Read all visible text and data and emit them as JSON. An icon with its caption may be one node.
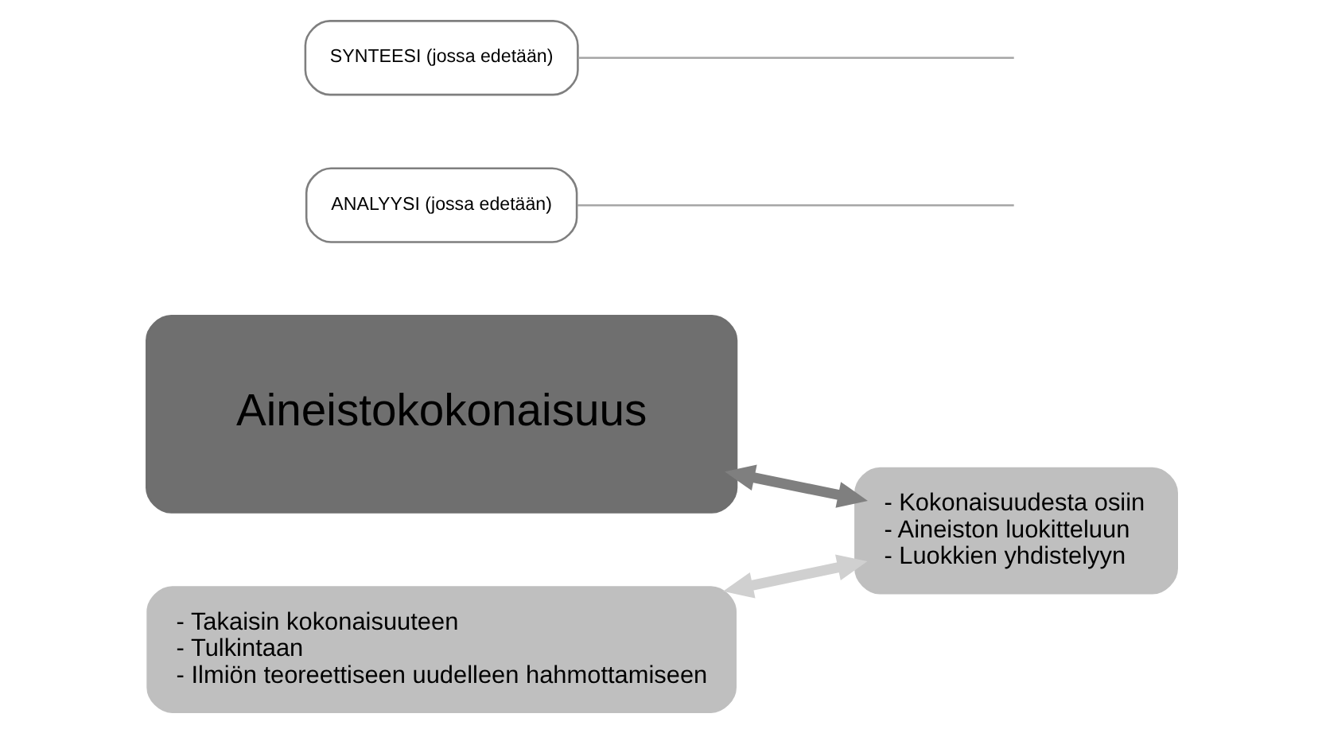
{
  "diagram": {
    "nodes": [
      {
        "text": [
          "Aineistokokonaisuus"
        ]
      },
      {
        "text": [
          "ANALYYSI (jossa edetään)"
        ]
      },
      {
        "text": [
          "- Kokonaisuudesta osiin",
          "- Aineiston luokitteluun",
          "- Luokkien yhdistelyyn"
        ]
      },
      {
        "text": [
          "- Takaisin kokonaisuuteen",
          "- Tulkintaan",
          "- Ilmiön teoreettiseen uudelleen hahmottamiseen"
        ]
      },
      {
        "text": [
          "SYNTEESI (jossa edetään)"
        ]
      }
    ],
    "edges": [
      {
        "from": 0,
        "to": 2,
        "arrow": "both",
        "style": "thick",
        "color": "#7f7f7f"
      },
      {
        "from": 2,
        "to": 3,
        "arrow": "both",
        "style": "thick",
        "color": "#d0d0d0"
      },
      {
        "from": 1,
        "to": null,
        "arrow": "none"
      },
      {
        "from": 4,
        "to": null,
        "arrow": "none"
      }
    ]
  }
}
